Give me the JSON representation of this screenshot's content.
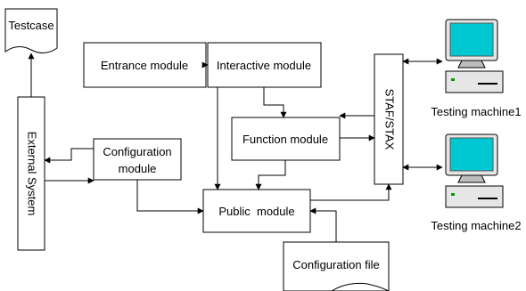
{
  "nodes": {
    "testcase": "Testcase",
    "external_system": "External System",
    "entrance_module": "Entrance module",
    "interactive_module": "Interactive module",
    "configuration_module_line1": "Configuration",
    "configuration_module_line2": "module",
    "function_module": "Function module",
    "public_module": "Public  module",
    "staf_stax": "STAF/STAX",
    "configuration_file": "Configuration file",
    "testing_machine1": "Testing machine1",
    "testing_machine2": "Testing machine2"
  },
  "icons": {
    "testing_machine1": "computer-icon",
    "testing_machine2": "computer-icon"
  },
  "colors": {
    "monitor_screen": "#00c8d2",
    "led": "#00a000"
  }
}
